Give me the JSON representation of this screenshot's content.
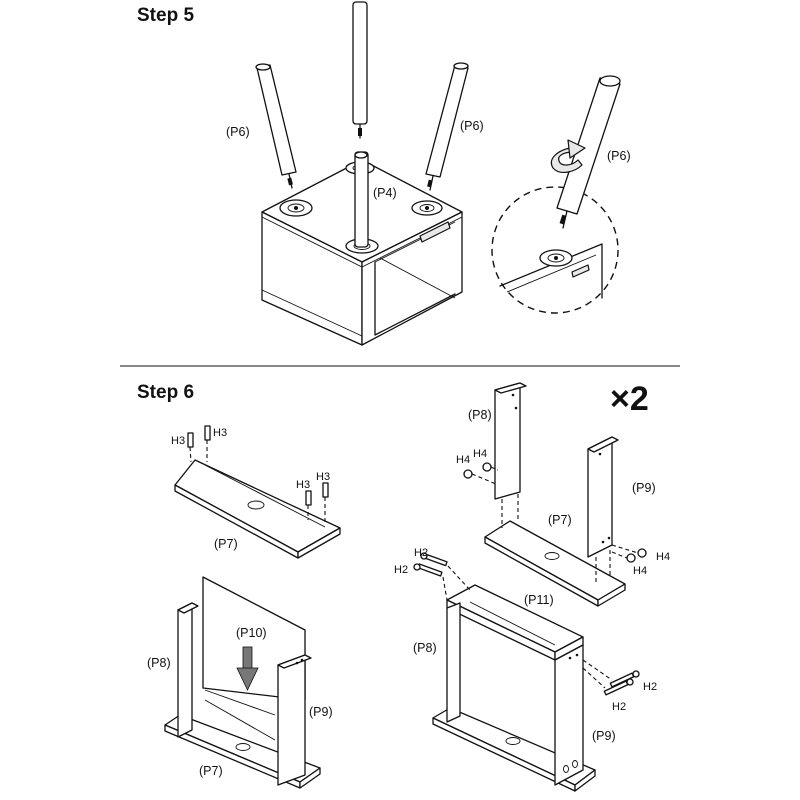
{
  "steps": {
    "step5": {
      "title": "Step 5",
      "labels": {
        "p6_left": "(P6)",
        "p6_right": "(P6)",
        "p4": "(P4)",
        "p6_detail": "(P6)"
      }
    },
    "step6": {
      "title": "Step 6",
      "multiplier": "×2",
      "labels": {
        "h3_a": "H3",
        "h3_b": "H3",
        "h3_c": "H3",
        "h3_d": "H3",
        "p7_a": "(P7)",
        "p8_a": "(P8)",
        "p10": "(P10)",
        "p9_a": "(P9)",
        "p7_b": "(P7)",
        "p8_b": "(P8)",
        "h4_a": "H4",
        "h4_b": "H4",
        "p7_c": "(P7)",
        "p9_b": "(P9)",
        "h4_c": "H4",
        "h4_d": "H4",
        "h2_a": "H2",
        "h2_b": "H2",
        "p11": "(P11)",
        "p8_c": "(P8)",
        "h2_c": "H2",
        "h2_d": "H2",
        "p9_c": "(P9)"
      }
    }
  }
}
